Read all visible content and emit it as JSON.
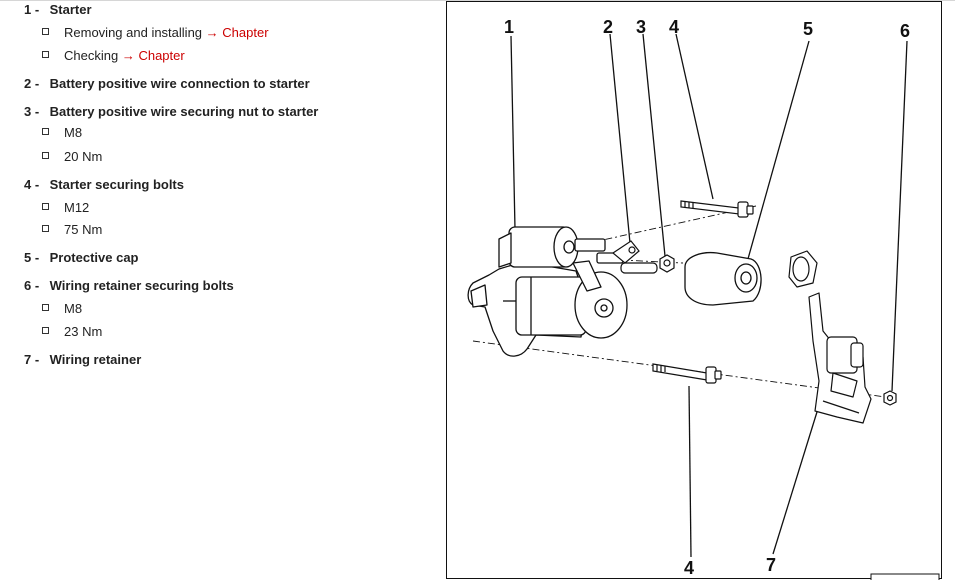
{
  "items": [
    {
      "num": "1 -",
      "label": "Starter",
      "subs": [
        {
          "text": "Removing and installing",
          "arrow": "→",
          "link": "Chapter"
        },
        {
          "text": "Checking",
          "arrow": "→",
          "link": "Chapter"
        }
      ]
    },
    {
      "num": "2 -",
      "label": "Battery positive wire connection to starter"
    },
    {
      "num": "3 -",
      "label": "Battery positive wire securing nut to starter",
      "subs": [
        {
          "text": "M8"
        },
        {
          "text": "20 Nm"
        }
      ]
    },
    {
      "num": "4 -",
      "label": "Starter securing bolts",
      "subs": [
        {
          "text": "M12"
        },
        {
          "text": "75 Nm"
        }
      ]
    },
    {
      "num": "5 -",
      "label": "Protective cap"
    },
    {
      "num": "6 -",
      "label": "Wiring retainer securing bolts",
      "subs": [
        {
          "text": "M8"
        },
        {
          "text": "23 Nm"
        }
      ]
    },
    {
      "num": "7 -",
      "label": "Wiring retainer"
    }
  ],
  "figure": {
    "callouts": [
      "1",
      "2",
      "3",
      "4",
      "5",
      "6",
      "4",
      "7"
    ]
  },
  "colors": {
    "link": "#cc0000",
    "text": "#222222",
    "border": "#111111"
  }
}
